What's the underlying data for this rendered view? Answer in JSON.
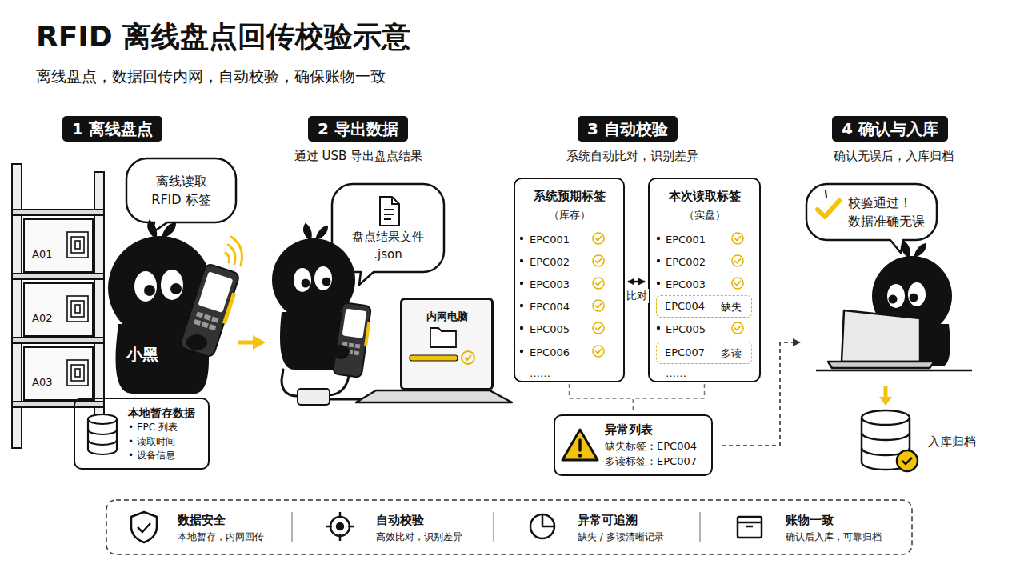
{
  "diagram": {
    "title": "RFID 离线盘点回传校验示意",
    "caption": "离线盘点，数据回传内网，自动校验，确保账物一致",
    "nodes": [
      {
        "text": [
          "1 离线盘点"
        ]
      },
      {
        "text": [
          "离线读取 RFID 标签"
        ]
      },
      {
        "text": [
          "本地暂存数据",
          "• EPC 列表",
          "• 读取时间",
          "• 设备信息"
        ]
      },
      {
        "text": [
          "2 导出数据"
        ]
      },
      {
        "text": [
          "盘点结果文件 .json"
        ]
      },
      {
        "text": [
          "内网电脑"
        ]
      },
      {
        "text": [
          "3 自动校验"
        ]
      },
      {
        "text": [
          "系统预期标签",
          "（库存）",
          "EPC001",
          "EPC002",
          "EPC003",
          "EPC004",
          "EPC005",
          "EPC006",
          "……"
        ]
      },
      {
        "text": [
          "本次读取标签",
          "（实盘）",
          "EPC001",
          "EPC002",
          "EPC003",
          "EPC005",
          "……"
        ]
      },
      {
        "text": [
          "EPC004",
          "缺失"
        ],
        "in": 8
      },
      {
        "text": [
          "EPC007",
          "多读"
        ],
        "in": 8
      },
      {
        "text": [
          "异常列表",
          "缺失标签：EPC004",
          "多读标签：EPC007"
        ]
      },
      {
        "text": [
          "4 确认与入库"
        ]
      },
      {
        "text": [
          "校验通过！ 数据准确无误"
        ]
      },
      {
        "text": [
          "数据安全",
          "本地暂存，内网回传"
        ]
      },
      {
        "text": [
          "自动校验",
          "高效比对，识别差异"
        ]
      },
      {
        "text": [
          "异常可追溯",
          "缺失 / 多读清晰记录"
        ]
      },
      {
        "text": [
          "账物一致",
          "确认后入库，可靠归档"
        ]
      }
    ],
    "edges": [
      {
        "from": 7,
        "to": 8,
        "arrow": "both",
        "label": "比对"
      },
      {
        "from": 7,
        "to": 11,
        "arrow": "none"
      },
      {
        "from": 8,
        "to": 11,
        "arrow": "none"
      }
    ],
    "labels": [
      "A01",
      "A02",
      "A03",
      "小黑",
      "通过 USB 导出盘点结果",
      "系统自动比对，识别差异",
      "确认无误后，入库归档",
      "入库归档"
    ]
  }
}
